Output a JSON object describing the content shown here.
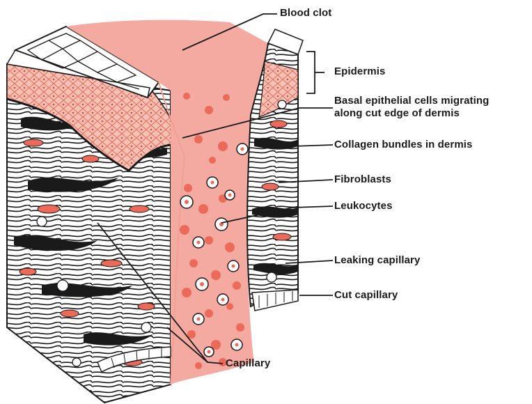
{
  "labels": {
    "blood_clot": "Blood clot",
    "epidermis": "Epidermis",
    "basal_line1": "Basal epithelial cells migrating",
    "basal_line2": "along cut edge of dermis",
    "collagen": "Collagen bundles in dermis",
    "fibroblasts": "Fibroblasts",
    "leukocytes": "Leukocytes",
    "leaking_capillary": "Leaking capillary",
    "cut_capillary": "Cut capillary",
    "capillary": "Capillary"
  },
  "colors": {
    "clot": "#f4aaa0",
    "clot_cells": "#ec6a5a",
    "epidermis_pink": "#f7b6aa",
    "ink": "#1a1a1a",
    "paper": "#ffffff"
  }
}
